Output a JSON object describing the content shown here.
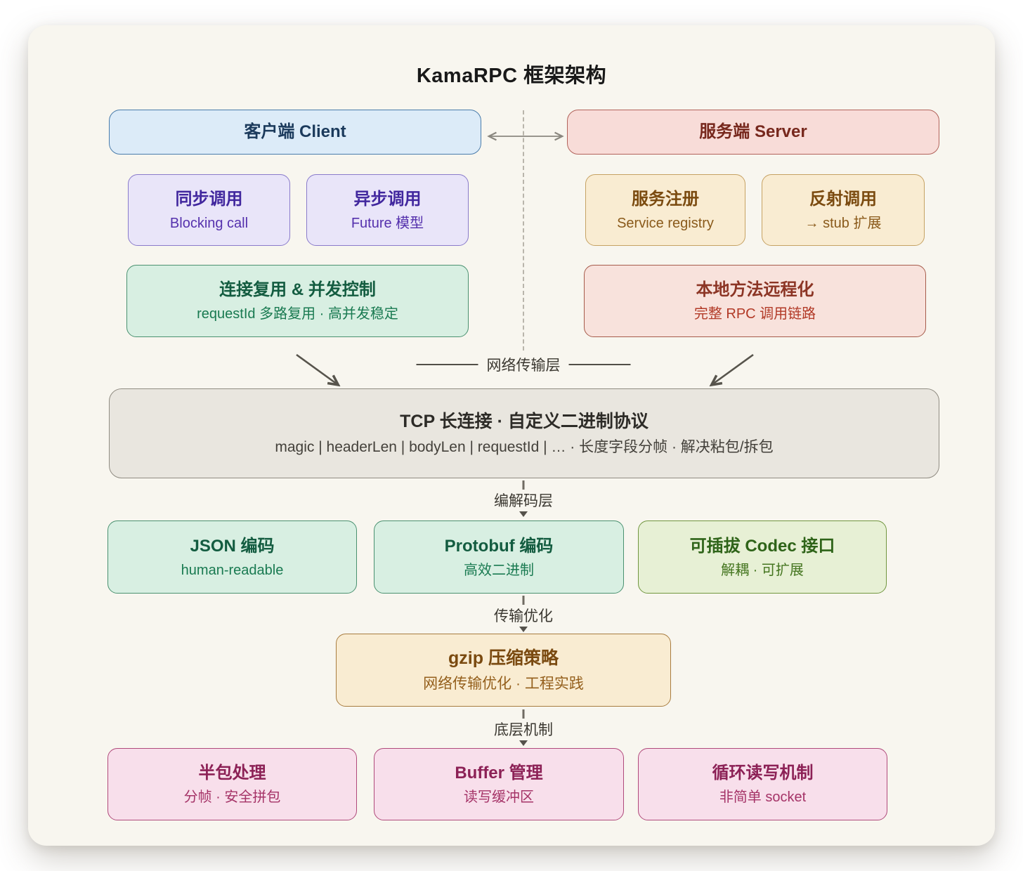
{
  "page": {
    "title": "KamaRPC 框架架构"
  },
  "client": {
    "header": "客户端 Client",
    "sync": {
      "title": "同步调用",
      "subtitle": "Blocking call"
    },
    "async": {
      "title": "异步调用",
      "subtitle": "Future 模型"
    },
    "reuse": {
      "title": "连接复用 & 并发控制",
      "subtitle": "requestId 多路复用 · 高并发稳定"
    }
  },
  "server": {
    "header": "服务端 Server",
    "registry": {
      "title": "服务注册",
      "subtitle": "Service registry"
    },
    "reflect": {
      "title": "反射调用",
      "subtitle": "→ stub 扩展"
    },
    "localize": {
      "title": "本地方法远程化",
      "subtitle": "完整 RPC 调用链路"
    }
  },
  "transport": {
    "label": "网络传输层",
    "tcp": {
      "title": "TCP 长连接 · 自定义二进制协议",
      "subtitle": "magic | headerLen | bodyLen | requestId | … · 长度字段分帧 · 解决粘包/拆包"
    }
  },
  "codec": {
    "label": "编解码层",
    "boxes": [
      {
        "title": "JSON 编码",
        "subtitle": "human-readable"
      },
      {
        "title": "Protobuf 编码",
        "subtitle": "高效二进制"
      },
      {
        "title": "可插拔 Codec 接口",
        "subtitle": "解耦 · 可扩展"
      }
    ]
  },
  "optimize": {
    "label": "传输优化",
    "gzip": {
      "title": "gzip 压缩策略",
      "subtitle": "网络传输优化 · 工程实践"
    }
  },
  "lowlevel": {
    "label": "底层机制",
    "boxes": [
      {
        "title": "半包处理",
        "subtitle": "分帧 · 安全拼包"
      },
      {
        "title": "Buffer 管理",
        "subtitle": "读写缓冲区"
      },
      {
        "title": "循环读写机制",
        "subtitle": "非简单 socket"
      }
    ]
  },
  "palette": {
    "canvas_bg": "#ffffff",
    "card_bg": "#f8f6ef",
    "client_bg": "#dcebf8",
    "client_border": "#4a7cab",
    "client_text": "#1b3a5c",
    "server_bg": "#f8dcd8",
    "server_border": "#b2635b",
    "server_text": "#77281d",
    "purple_bg": "#e9e5f9",
    "purple_border": "#8a7bcb",
    "purple_text": "#41279e",
    "tan_bg": "#f9ecd2",
    "tan_border": "#c6a263",
    "tan_text": "#7b4b10",
    "mint_bg": "#d8efe2",
    "mint_border": "#4a9170",
    "mint_text": "#135c40",
    "red_bg": "#f8e2dc",
    "red_border": "#a65b4a",
    "red_text": "#8c3525",
    "gray_bg": "#e9e6df",
    "gray_border": "#908c82",
    "gray_text": "#2d2b27",
    "lime_bg": "#e7f0d5",
    "lime_border": "#71963f",
    "lime_text": "#2f6419",
    "cream_bg": "#f9ecd2",
    "cream_border": "#a87c3f",
    "cream_text": "#7a4a10",
    "pink_bg": "#f8dfeb",
    "pink_border": "#b04a7b",
    "pink_text": "#8c2156",
    "connector": "#55524b",
    "dashed_line": "#b9b5ab"
  }
}
